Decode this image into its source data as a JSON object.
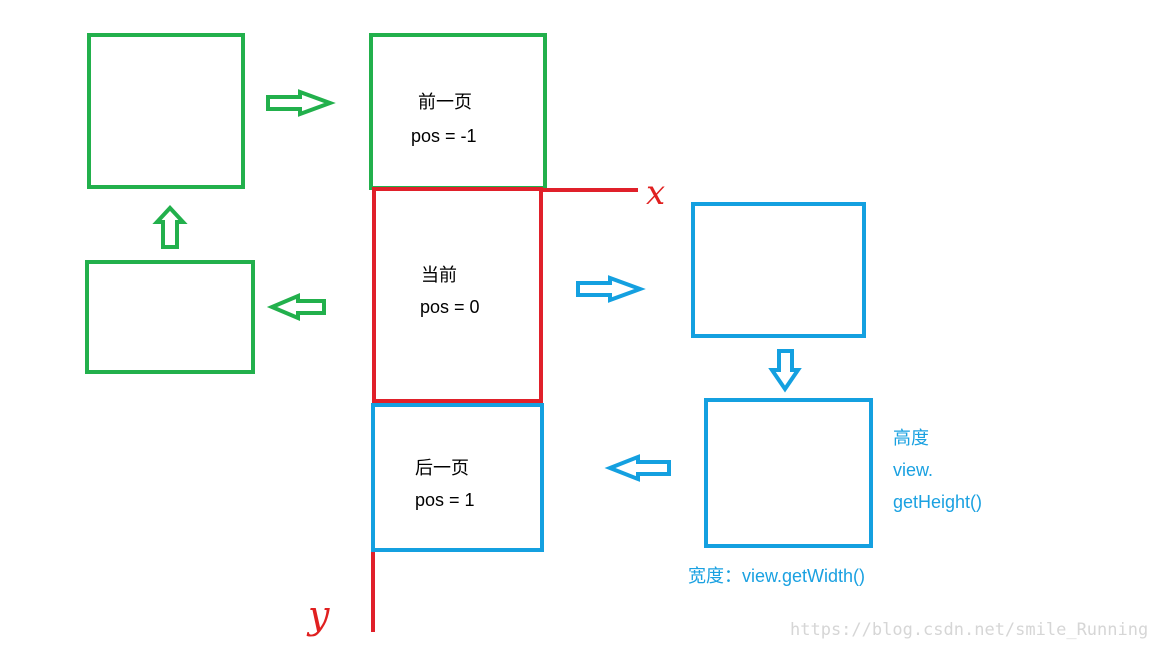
{
  "colors": {
    "green": "#22b04c",
    "red": "#e0202a",
    "blue": "#14a0e0",
    "text": "#000000",
    "blue_text": "#1aa1e1",
    "watermark": "#d6d6d6"
  },
  "pages": {
    "prev": {
      "title": "前一页",
      "pos": "pos = -1"
    },
    "current": {
      "title": "当前",
      "pos": "pos = 0"
    },
    "next": {
      "title": "后一页",
      "pos": "pos = 1"
    }
  },
  "axes": {
    "x": "x",
    "y": "y"
  },
  "annotations": {
    "height_label": "高度",
    "height_code_1": "view.",
    "height_code_2": "getHeight()",
    "width_label": "宽度：view.getWidth()"
  },
  "watermark": "https://blog.csdn.net/smile_Running"
}
